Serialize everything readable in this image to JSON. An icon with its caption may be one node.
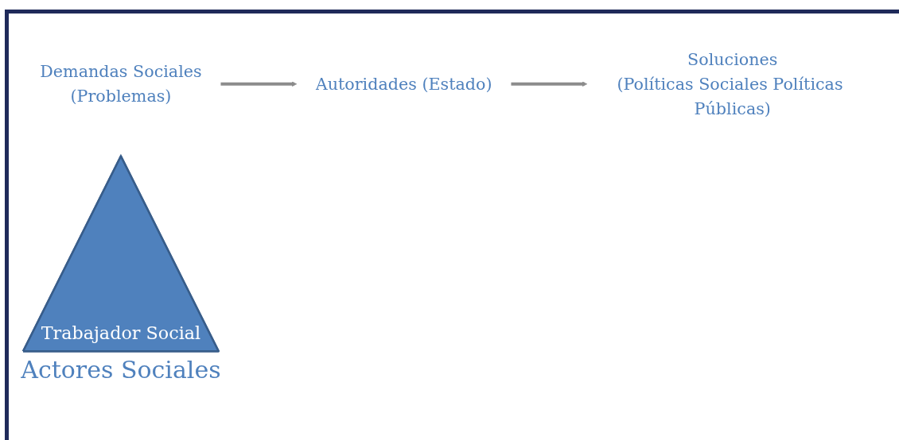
{
  "diagram": {
    "nodes": [
      {
        "text": [
          "Autoridades (Estado)"
        ]
      },
      {
        "text": [
          "Demandas Sociales",
          "(Problemas)"
        ]
      },
      {
        "text": [
          "Trabajador Social"
        ],
        "beside": [
          "Actores Sociales"
        ]
      },
      {
        "text": [
          "Soluciones",
          "(Políticas Sociales Políticas Públicas)"
        ]
      }
    ],
    "edges": [
      {
        "from": 1,
        "to": 0,
        "arrow": "to"
      },
      {
        "from": 0,
        "to": 3,
        "arrow": "to"
      }
    ]
  }
}
